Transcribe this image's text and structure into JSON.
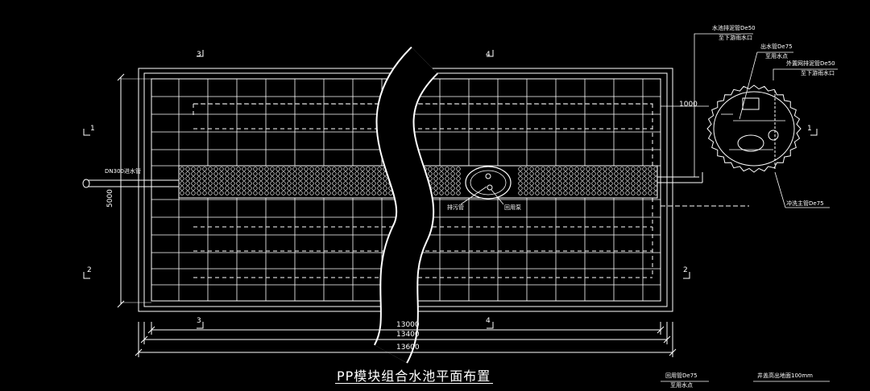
{
  "title": "PP模块组合水池平面布置",
  "dimensions": {
    "inner": "13000",
    "middle": "13400",
    "outer": "13600",
    "height": "5000",
    "offset": "1000"
  },
  "section_marks": {
    "left_top": "1",
    "left_bottom": "2",
    "top_left": "3",
    "top_right": "4",
    "bottom_left": "3",
    "bottom_right": "4",
    "right_top": "1",
    "right_bottom": "2"
  },
  "labels": {
    "inlet_pipe": "DN300进水管",
    "drain_pipe": "排污管",
    "return_pipe": "回用泵",
    "callout_1a": "水池排泥管De50",
    "callout_1b": "至下游雨水口",
    "callout_2a": "出水管De75",
    "callout_2b": "至用水点",
    "callout_3a": "外置网排泥管De50",
    "callout_3b": "至下游雨水口",
    "callout_4": "冲洗主管De75",
    "bottom_1a": "回用管De75",
    "bottom_1b": "至用水点",
    "bottom_2": "井盖高出地面100mm"
  },
  "colors": {
    "line": "#ffffff",
    "background": "#000000"
  }
}
